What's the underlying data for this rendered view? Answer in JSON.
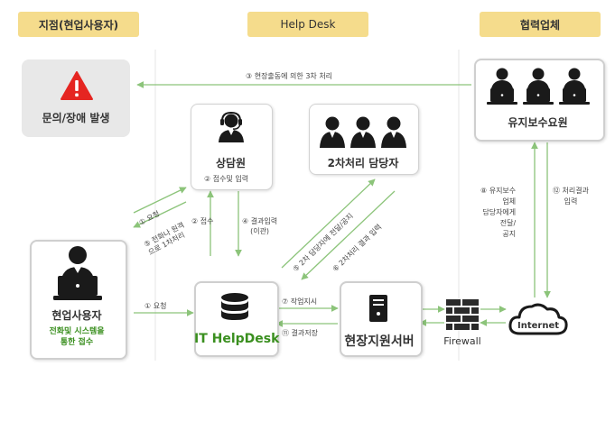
{
  "headers": {
    "branch": "지점(현업사용자)",
    "helpdesk": "Help Desk",
    "partner": "협력업체"
  },
  "nodes": {
    "inquiry": "문의/장애 발생",
    "counselor": "상담원",
    "second_staff": "2차처리 담당자",
    "maintenance": "유지보수요원",
    "user": "현업사용자",
    "user_sub": [
      "전화및 시스템을",
      "통한 접수"
    ],
    "it_helpdesk": "IT HelpDesk",
    "field_server": "현장지원서버",
    "firewall": "Firewall",
    "internet": "Internet"
  },
  "labels": {
    "onsite": "③ 현장출동에 의한 3차 처리",
    "counsel_input": "② 접수및 입력",
    "request_up": "① 요청",
    "phone_first": [
      "⑤ 전화나 원격",
      "으로 1차처리"
    ],
    "receive": "② 접수",
    "result_input": [
      "④ 결과입력",
      "(이관)"
    ],
    "deliver_second": "⑤ 2차 담당자에 전달/공지",
    "second_result": "⑥ 2차처리 결과 입력",
    "maint_notice": [
      "⑧ 유지보수",
      "업체",
      "담당자에게",
      "전달/",
      "공지"
    ],
    "result_in": [
      "⑫ 처리결과",
      "입력"
    ],
    "request": "① 요청",
    "work_order": "⑦ 작업지시",
    "result_save": "⑪ 결과저장"
  },
  "colors": {
    "header_bg": "#f5dc8c",
    "arrow": "#8cc47a",
    "green_text": "#3a8f1f",
    "alert": "#e52521"
  }
}
